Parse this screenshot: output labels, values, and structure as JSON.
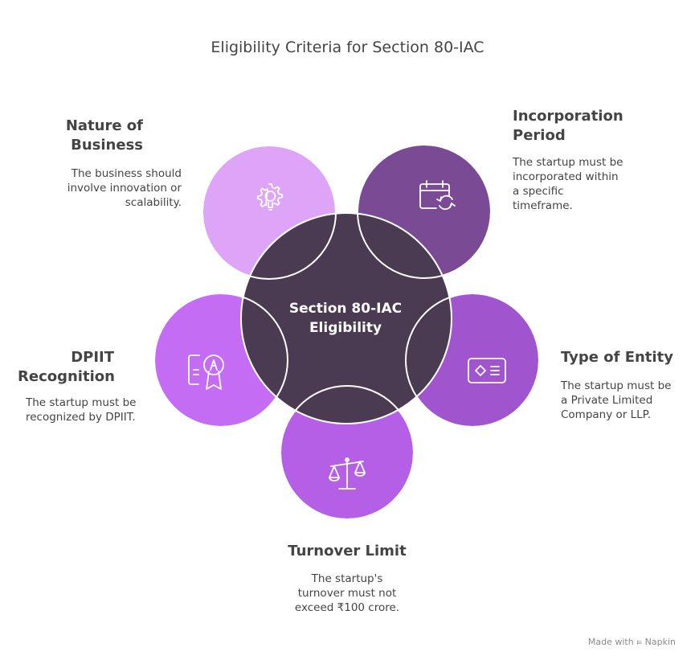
{
  "title": "Eligibility Criteria for Section 80-IAC",
  "center": {
    "label": "Section 80-IAC\nEligibility",
    "color": "#4a3b52"
  },
  "items": [
    {
      "heading": "Nature of\nBusiness",
      "description": "The business should\ninvolve innovation or\nscalability.",
      "color": "#dea4f8",
      "icon": "gear-lightbulb-icon"
    },
    {
      "heading": "Incorporation\nPeriod",
      "description": "The startup must be\nincorporated within\na specific\ntimeframe.",
      "color": "#7a4a94",
      "icon": "calendar-refresh-icon"
    },
    {
      "heading": "Type of Entity",
      "description": "The startup must be\na Private Limited\nCompany or LLP.",
      "color": "#a055cf",
      "icon": "id-card-icon"
    },
    {
      "heading": "Turnover Limit",
      "description": "The startup's\nturnover must not\nexceed ₹100 crore.",
      "color": "#b55fe6",
      "icon": "balance-scale-icon"
    },
    {
      "heading": "DPIIT\nRecognition",
      "description": "The startup must be\nrecognized by DPIIT.",
      "color": "#c56cf5",
      "icon": "certificate-award-icon"
    }
  ],
  "footer": {
    "text": "Made with",
    "brand": "Napkin",
    "logo_icon": "napkin-logo-icon"
  }
}
